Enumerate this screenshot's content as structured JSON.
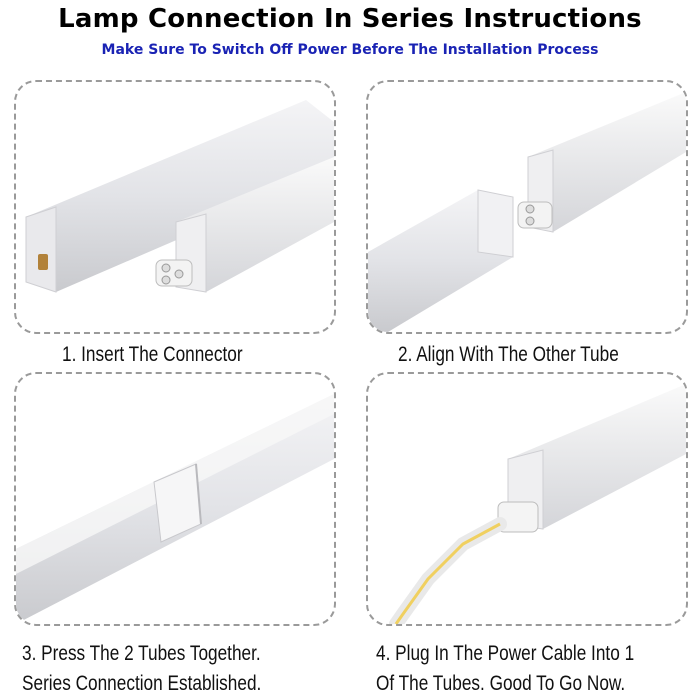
{
  "header": {
    "title": "Lamp Connection In Series Instructions",
    "subtitle": "Make Sure To Switch Off Power Before The Installation Process"
  },
  "steps": [
    {
      "caption": "1. Insert The Connector"
    },
    {
      "caption": "2. Align With The Other Tube"
    },
    {
      "caption_line1": "3. Press The 2 Tubes Together.",
      "caption_line2": "Series Connection Established."
    },
    {
      "caption_line1": "4. Plug In The Power Cable Into 1",
      "caption_line2": "Of The Tubes. Good To Go Now."
    }
  ],
  "colors": {
    "title": "#000000",
    "subtitle": "#1a23b4",
    "panel_border": "#9a9a9a",
    "cable_stripe": "#f0d060"
  }
}
